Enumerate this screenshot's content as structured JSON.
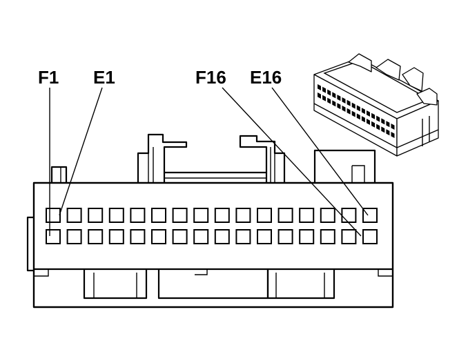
{
  "diagram": {
    "labels": {
      "f1": "F1",
      "e1": "E1",
      "f16": "F16",
      "e16": "E16"
    },
    "cavity_rows": 2,
    "cavities_per_row": 16
  }
}
